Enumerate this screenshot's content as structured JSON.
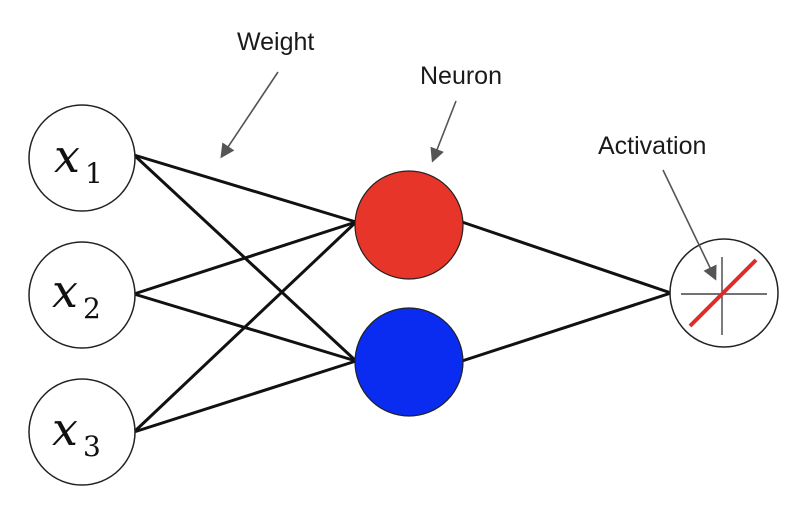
{
  "labels": {
    "weight": "Weight",
    "neuron": "Neuron",
    "activation": "Activation"
  },
  "inputs": [
    {
      "symbol": "x",
      "subscript": "1"
    },
    {
      "symbol": "x",
      "subscript": "2"
    },
    {
      "symbol": "x",
      "subscript": "3"
    }
  ],
  "neurons": [
    {
      "color": "#e8352a"
    },
    {
      "color": "#0a2cf0"
    }
  ],
  "activation": {
    "line_color": "#e02a2a",
    "axis_color": "#444444"
  },
  "arrow_color": "#555555"
}
